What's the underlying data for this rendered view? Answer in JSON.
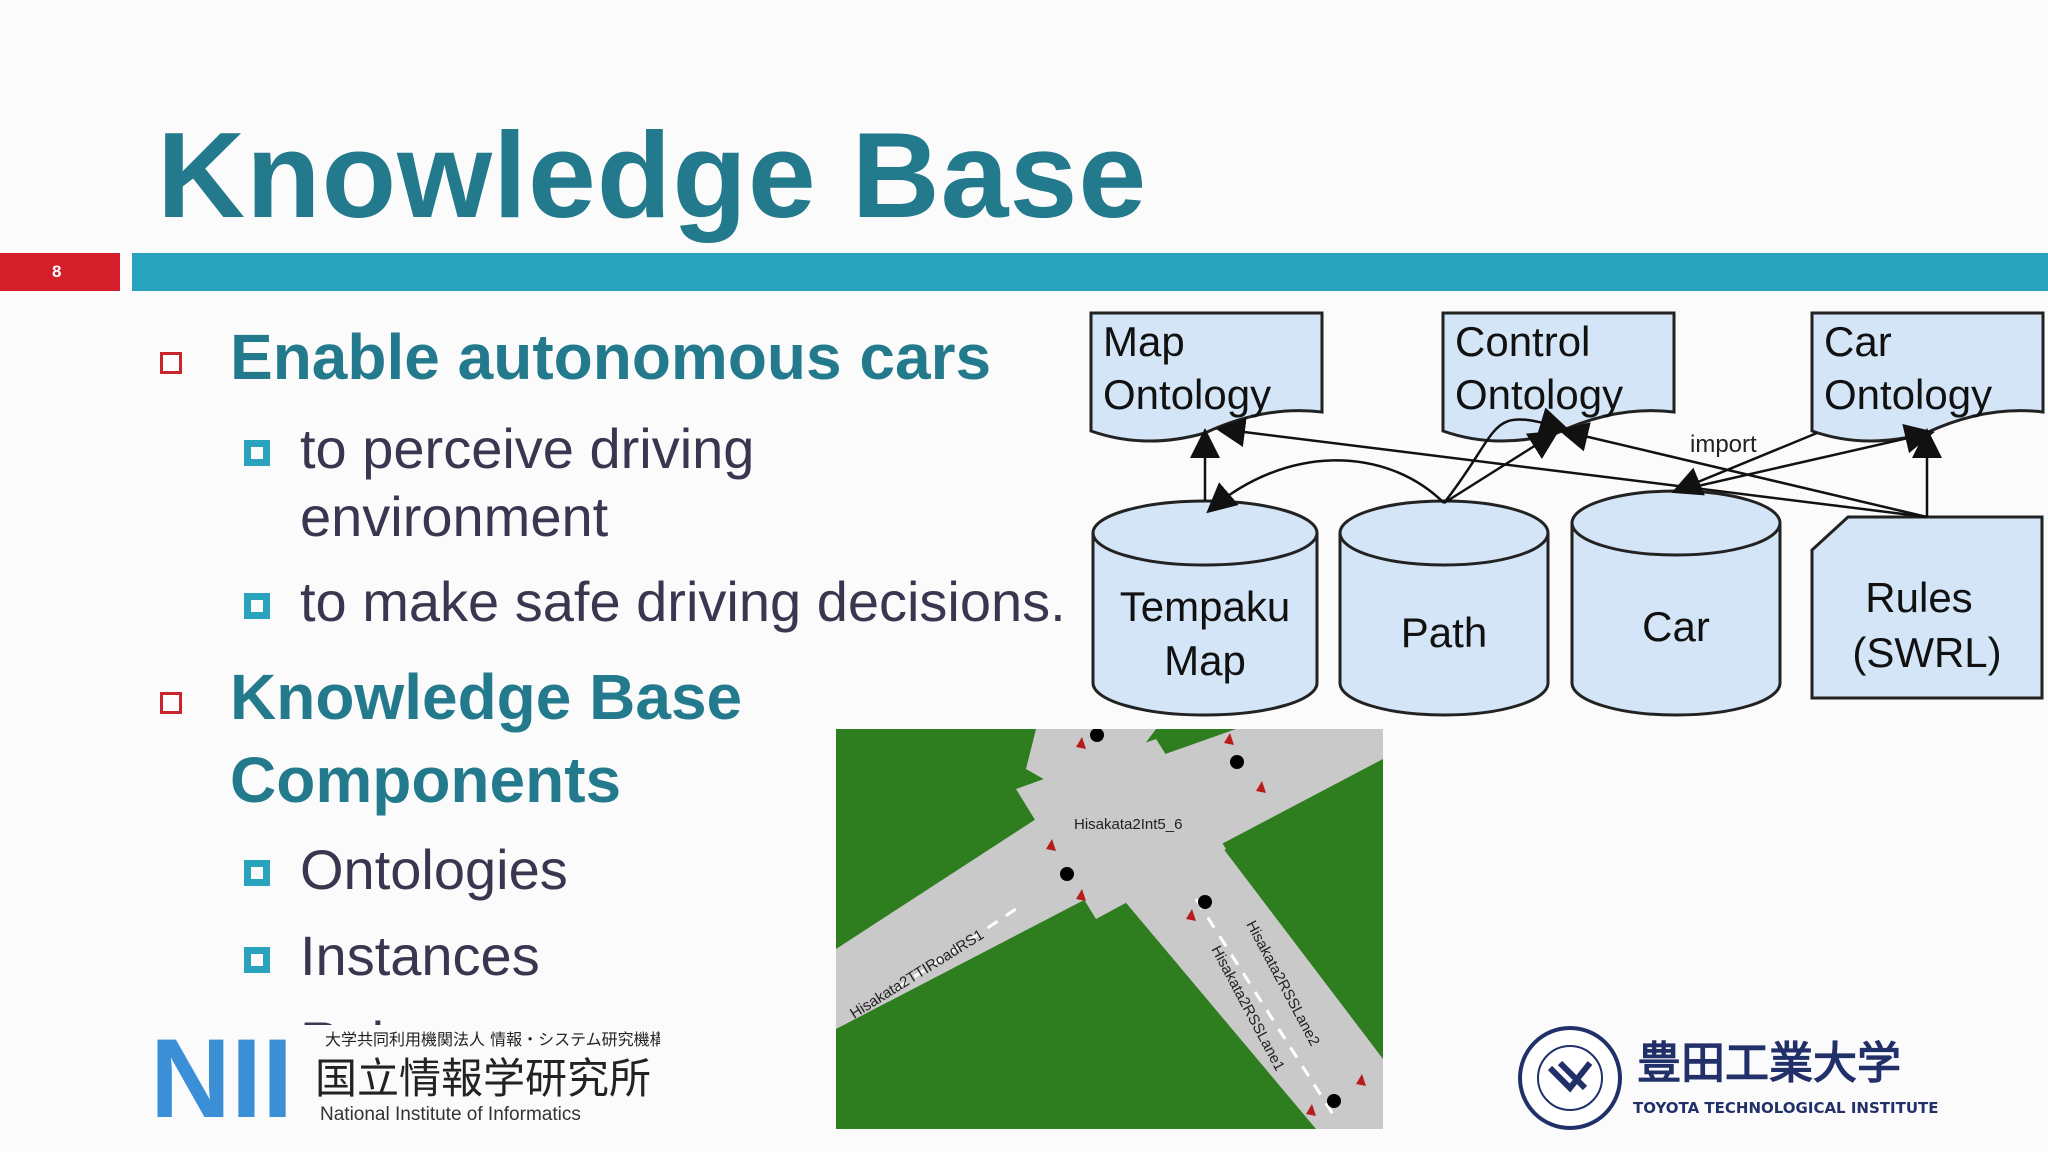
{
  "slide": {
    "title": "Knowledge Base",
    "number": "8"
  },
  "bullets": [
    {
      "text": "Enable autonomous cars",
      "subs": [
        "to perceive driving",
        "environment",
        "to make safe driving decisions."
      ]
    },
    {
      "text_line1": "Knowledge Base",
      "text_line2": "Components",
      "subs": [
        "Ontologies",
        "Instances",
        "Rules"
      ]
    }
  ],
  "diagram": {
    "ontologies": [
      {
        "line1": "Map",
        "line2": "Ontology"
      },
      {
        "line1": "Control",
        "line2": "Ontology"
      },
      {
        "line1": "Car",
        "line2": "Ontology"
      }
    ],
    "stores": [
      {
        "line1": "Tempaku",
        "line2": "Map"
      },
      {
        "line1": "Path"
      },
      {
        "line1": "Car"
      },
      {
        "line1": "Rules",
        "line2": "(SWRL)"
      }
    ],
    "edge_label": "import",
    "fill_color": "#d3e5f6"
  },
  "map": {
    "road_labels": [
      "Hisakata2Int5_6",
      "Hisakata2TTIRoadRS1",
      "Hisakata2RSSLane2",
      "Hisakata2RSSLane1"
    ],
    "grass_color": "#2e7d1f",
    "road_color": "#c9c9c9"
  },
  "logos": {
    "nii_top": "大学共同利用機関法人 情報・システム研究機構",
    "nii_jp": "国立情報学研究所",
    "nii_en": "National Institute of Informatics",
    "nii_mark": "NII",
    "toyota_jp": "豊田工業大学",
    "toyota_en": "TOYOTA TECHNOLOGICAL INSTITUTE"
  }
}
